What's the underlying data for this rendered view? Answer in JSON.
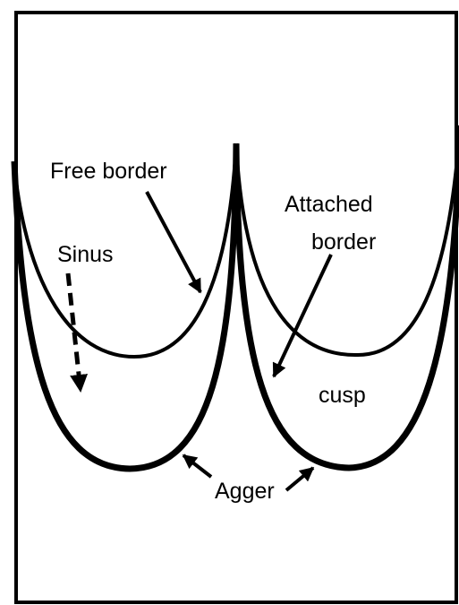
{
  "labels": {
    "free_border": "Free border",
    "sinus": "Sinus",
    "attached_line1": "Attached",
    "attached_line2": "border",
    "cusp": "cusp",
    "agger": "Agger"
  }
}
